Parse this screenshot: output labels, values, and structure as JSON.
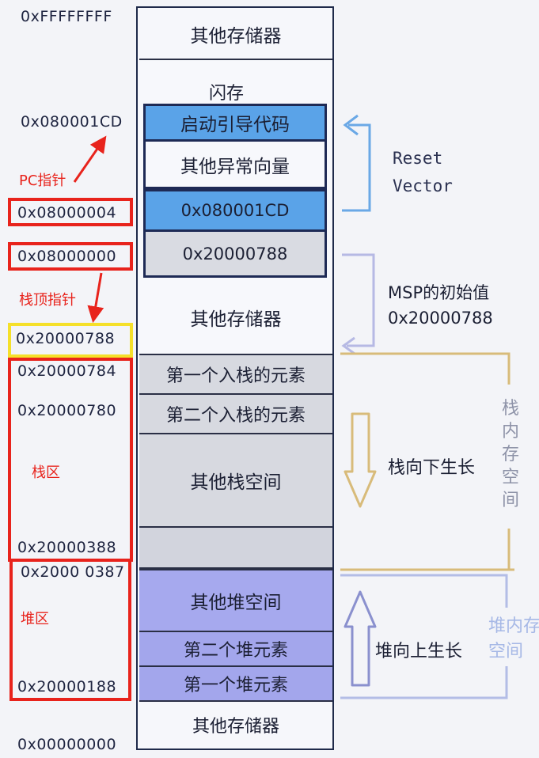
{
  "addresses": {
    "top": "0xFFFFFFFF",
    "a080001CD": "0x080001CD",
    "a08000004": "0x08000004",
    "a08000000": "0x08000000",
    "a20000788": "0x20000788",
    "a20000784": "0x20000784",
    "a20000780": "0x20000780",
    "a20000388": "0x20000388",
    "a20000387": "0x2000 0387",
    "a20000188": "0x20000188",
    "bottom": "0x00000000"
  },
  "annotations": {
    "pc_pointer": "PC指针",
    "sp_pointer": "栈顶指针",
    "stack_area": "栈区",
    "heap_area": "堆区"
  },
  "memory": {
    "other_top": "其他存储器",
    "flash": "闪存",
    "boot_code": "启动引导代码",
    "other_vectors": "其他异常向量",
    "reset_vector_value": "0x080001CD",
    "msp_value": "0x20000788",
    "other_mid": "其他存储器",
    "stack_first": "第一个入栈的元素",
    "stack_second": "第二个入栈的元素",
    "other_stack": "其他栈空间",
    "other_heap": "其他堆空间",
    "heap_second": "第二个堆元素",
    "heap_first": "第一个堆元素",
    "other_bottom": "其他存储器"
  },
  "right": {
    "reset_line1": "Reset",
    "reset_line2": "Vector",
    "msp_line1": "MSP的初始值",
    "msp_line2": "0x20000788",
    "stack_grow": "栈向下生长",
    "stack_space": [
      "栈",
      "内",
      "存",
      "空",
      "间"
    ],
    "heap_grow": "堆向上生长",
    "heap_space_line1": "堆内存",
    "heap_space_line2": "空间"
  },
  "colors": {
    "red": "#e8231c",
    "yellow": "#f5e02a",
    "boot_blue": "#5aa3e8",
    "heap_purple": "#a6a9ee",
    "stack_gray": "#d7d9e0",
    "arrow_blue": "#6aa8e6",
    "arrow_gold": "#d8bb7a",
    "heap_arrow": "#8a90ce"
  }
}
